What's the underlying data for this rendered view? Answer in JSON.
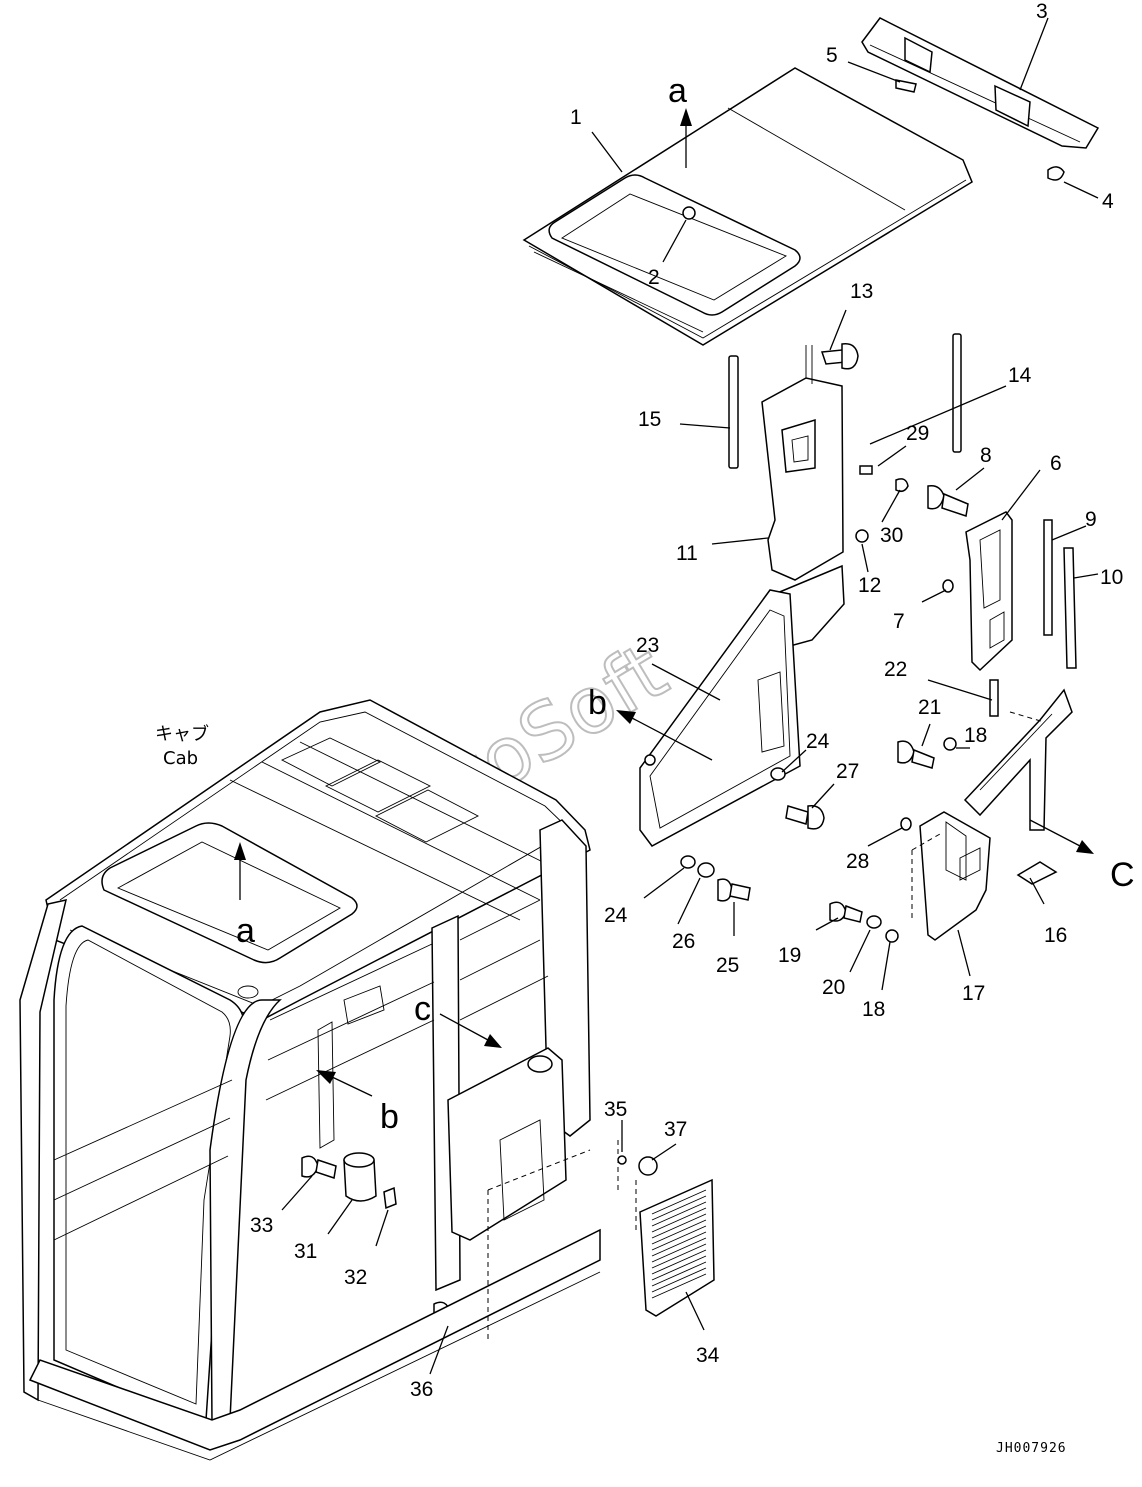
{
  "diagram": {
    "cab_label_jp": "キャブ",
    "cab_label_en": "Cab",
    "drawing_code": "JH007926",
    "watermark": "AutoSoft",
    "view_arrows": [
      {
        "letter": "a",
        "role": "source"
      },
      {
        "letter": "a",
        "role": "target"
      },
      {
        "letter": "b",
        "role": "source"
      },
      {
        "letter": "b",
        "role": "target"
      },
      {
        "letter": "c",
        "role": "source"
      },
      {
        "letter": "C",
        "role": "target"
      }
    ],
    "callouts": [
      "1",
      "2",
      "3",
      "4",
      "5",
      "6",
      "7",
      "8",
      "9",
      "10",
      "11",
      "12",
      "13",
      "14",
      "15",
      "16",
      "17",
      "18",
      "18",
      "19",
      "20",
      "21",
      "22",
      "23",
      "24",
      "24",
      "25",
      "26",
      "27",
      "28",
      "29",
      "30",
      "31",
      "32",
      "33",
      "34",
      "35",
      "36",
      "37"
    ]
  }
}
